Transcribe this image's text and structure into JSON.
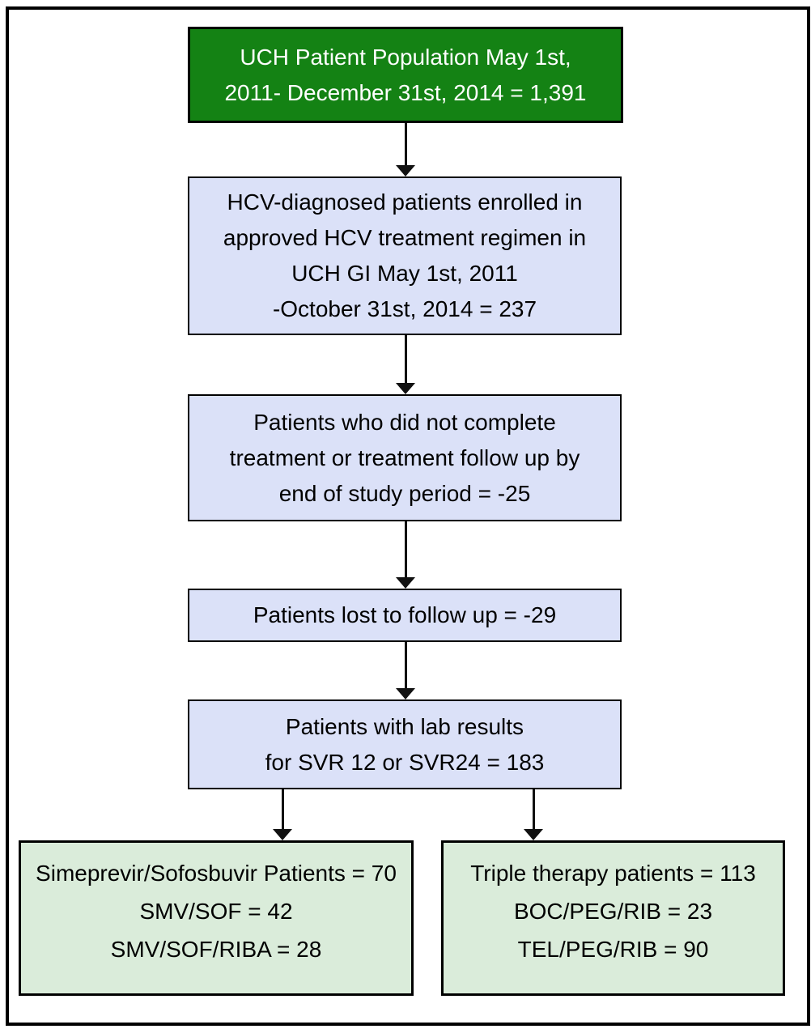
{
  "diagram": {
    "nodes": [
      {
        "name": "population",
        "lines": [
          "UCH Patient Population May 1st,",
          "2011- December 31st, 2014 = 1,391"
        ]
      },
      {
        "name": "enrolled",
        "lines": [
          "HCV-diagnosed patients enrolled in",
          "approved HCV treatment regimen in",
          "UCH GI May 1st, 2011",
          "-October 31st, 2014 = 237"
        ]
      },
      {
        "name": "not-complete",
        "lines": [
          "Patients who did not complete",
          "treatment or treatment follow up by",
          "end of study period = -25"
        ]
      },
      {
        "name": "lost-follow-up",
        "lines": [
          "Patients lost to follow up = -29"
        ]
      },
      {
        "name": "lab-results",
        "lines": [
          "Patients with lab results",
          "for SVR 12 or SVR24 = 183"
        ]
      },
      {
        "name": "simeprevir-sofosbuvir",
        "lines": [
          "Simeprevir/Sofosbuvir Patients = 70",
          "SMV/SOF = 42",
          "SMV/SOF/RIBA = 28"
        ]
      },
      {
        "name": "triple-therapy",
        "lines": [
          "Triple therapy patients = 113",
          "BOC/PEG/RIB = 23",
          "TEL/PEG/RIB = 90"
        ]
      }
    ],
    "colors": {
      "page_bg": "#ffffff",
      "top_node_bg": "#148214",
      "top_node_text": "#ffffff",
      "middle_node_bg": "#dbe1f8",
      "bottom_node_bg": "#daecda",
      "node_border": "#000000",
      "arrow": "#111111"
    }
  }
}
